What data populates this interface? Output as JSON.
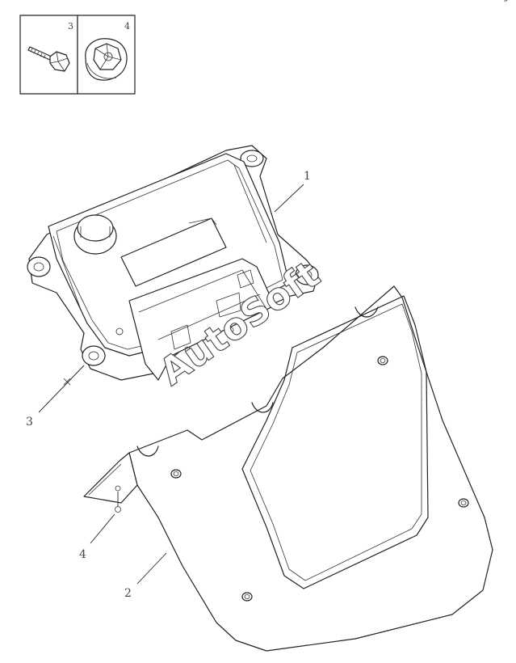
{
  "inset": {
    "bolt_number": "3",
    "nut_number": "4"
  },
  "callouts": {
    "ecu": "1",
    "bracket": "2",
    "bolt": "3",
    "nut": "4"
  },
  "watermark": "AutoSoft",
  "corner_mark": "″"
}
